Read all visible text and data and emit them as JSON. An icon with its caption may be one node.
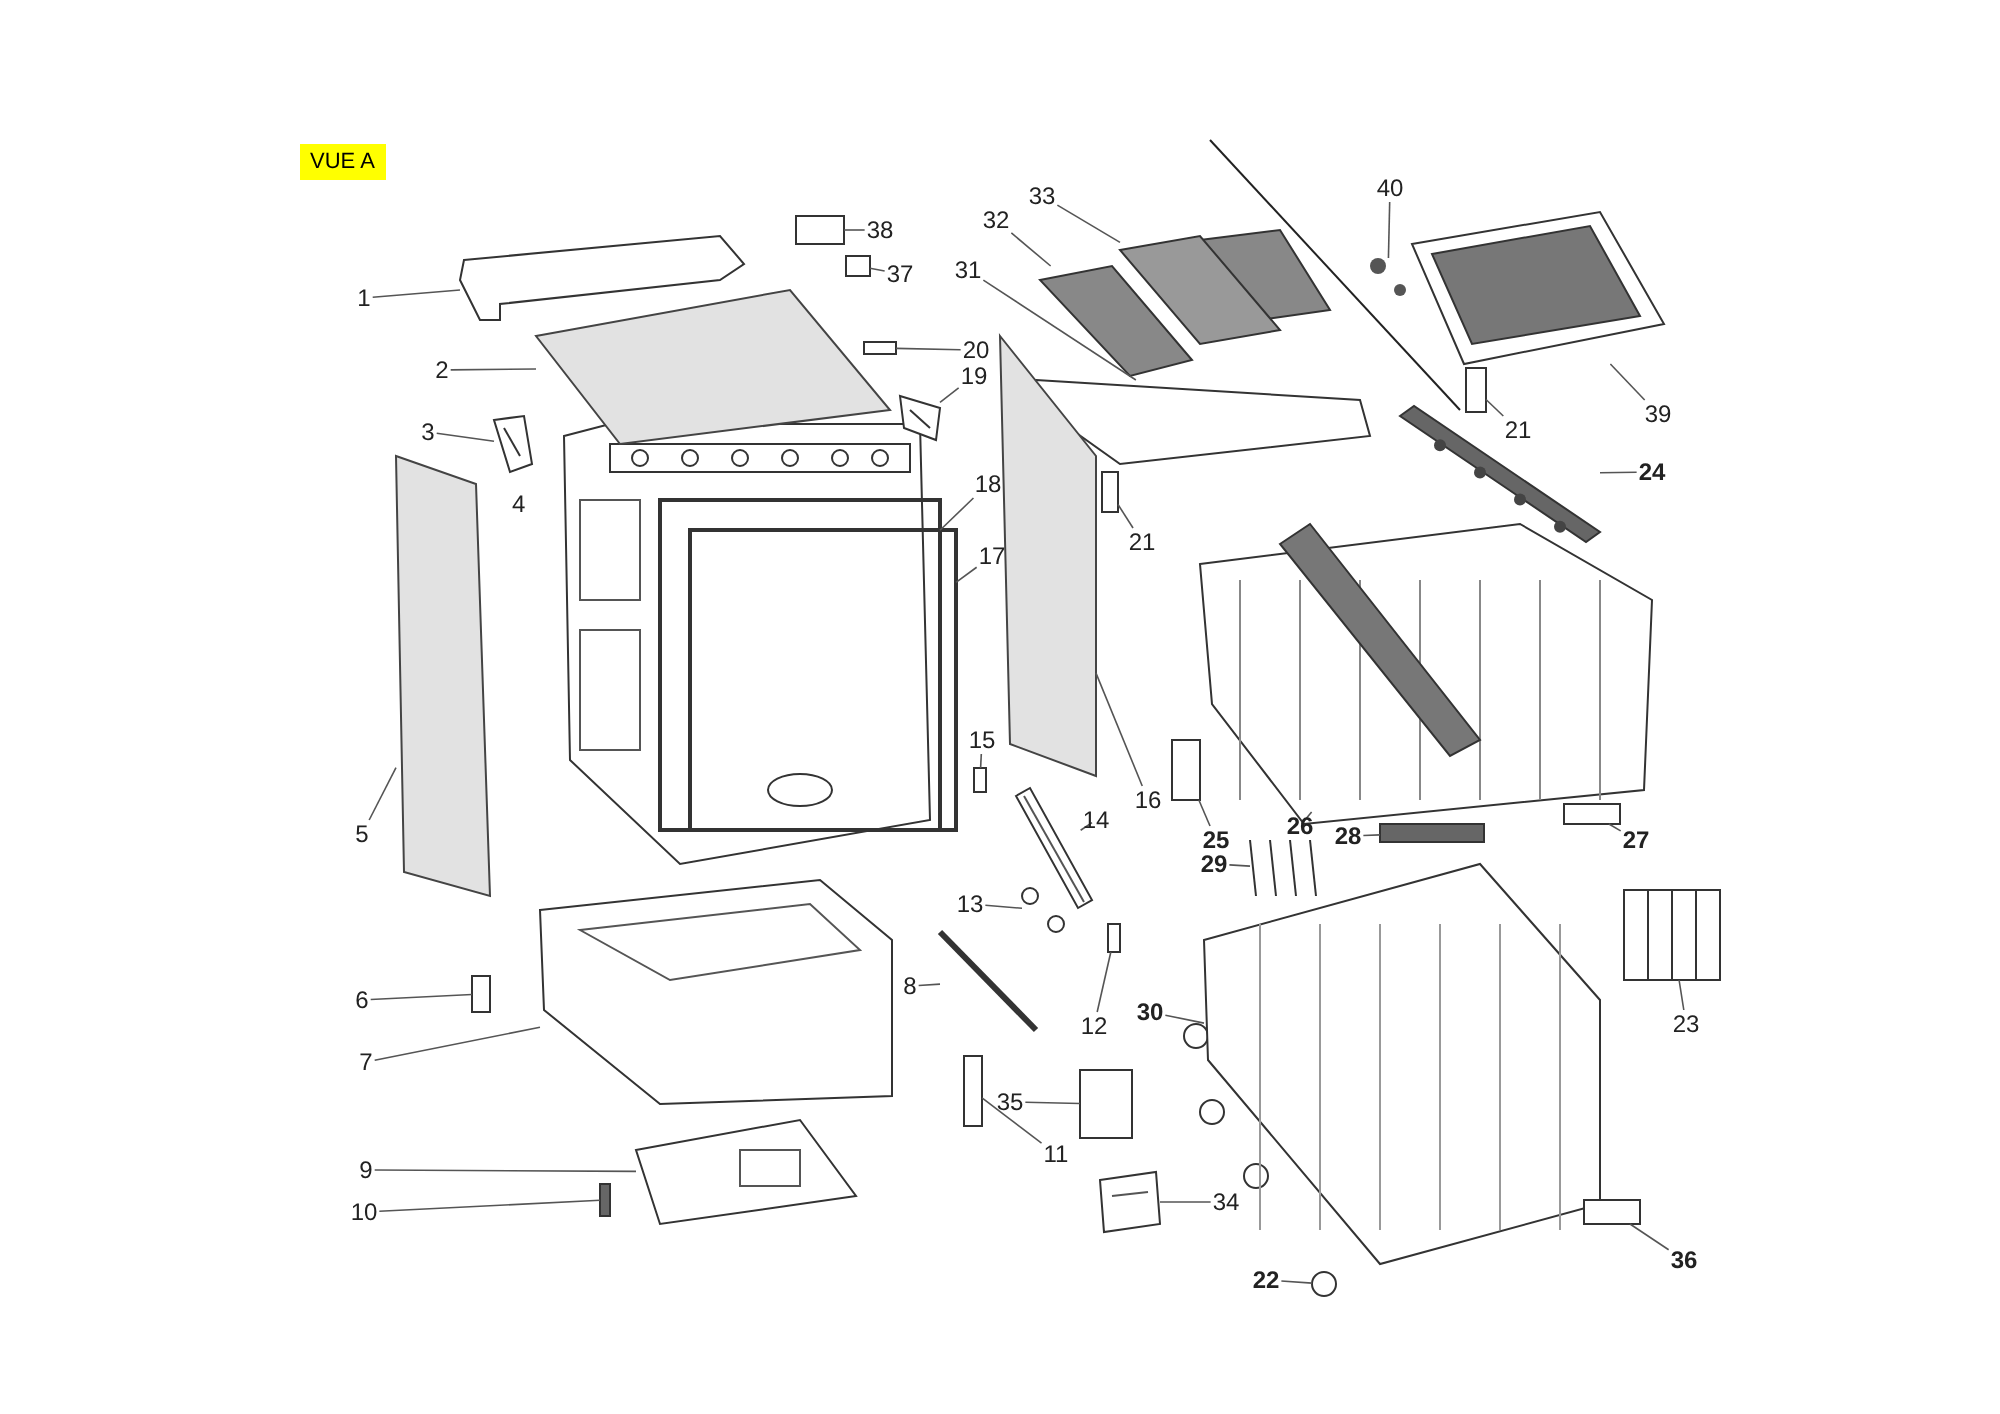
{
  "diagram": {
    "nodes": [
      {
        "text": [
          "1"
        ]
      },
      {
        "text": [
          "38"
        ]
      },
      {
        "text": [
          "37"
        ]
      },
      {
        "text": [
          "33"
        ]
      },
      {
        "text": [
          "32"
        ]
      },
      {
        "text": [
          "31"
        ]
      },
      {
        "text": [
          "2"
        ]
      },
      {
        "text": [
          "20"
        ]
      },
      {
        "text": [
          "19"
        ]
      },
      {
        "text": [
          "3"
        ]
      },
      {
        "text": [
          "18"
        ]
      },
      {
        "text": [
          "17"
        ]
      },
      {
        "text": [
          "40"
        ]
      },
      {
        "text": [
          "39"
        ]
      },
      {
        "text": [
          "21"
        ]
      },
      {
        "text": [
          "21"
        ]
      },
      {
        "text": [
          "24"
        ]
      },
      {
        "text": [
          "5"
        ]
      },
      {
        "text": [
          "15"
        ]
      },
      {
        "text": [
          "16"
        ]
      },
      {
        "text": [
          "14"
        ]
      },
      {
        "text": [
          "13"
        ]
      },
      {
        "text": [
          "25"
        ]
      },
      {
        "text": [
          "26"
        ]
      },
      {
        "text": [
          "27"
        ]
      },
      {
        "text": [
          "28"
        ]
      },
      {
        "text": [
          "29"
        ]
      },
      {
        "text": [
          "6"
        ]
      },
      {
        "text": [
          "8"
        ]
      },
      {
        "text": [
          "12"
        ]
      },
      {
        "text": [
          "30"
        ]
      },
      {
        "text": [
          "23"
        ]
      },
      {
        "text": [
          "7"
        ]
      },
      {
        "text": [
          "35"
        ]
      },
      {
        "text": [
          "11"
        ]
      },
      {
        "text": [
          "9"
        ]
      },
      {
        "text": [
          "10"
        ]
      },
      {
        "text": [
          "34"
        ]
      },
      {
        "text": [
          "22"
        ]
      },
      {
        "text": [
          "36"
        ]
      },
      {
        "text": [],
        "shape": "picture"
      },
      {
        "text": [],
        "shape": "box"
      },
      {
        "text": [],
        "shape": "box"
      },
      {
        "text": [],
        "shape": "picture"
      },
      {
        "text": [],
        "shape": "picture"
      },
      {
        "text": [],
        "shape": "picture"
      },
      {
        "text": [],
        "shape": "picture"
      },
      {
        "text": [],
        "shape": "box"
      },
      {
        "text": [],
        "shape": "picture"
      },
      {
        "text": [],
        "shape": "picture"
      },
      {
        "text": [],
        "shape": "picture"
      },
      {
        "text": [],
        "shape": "picture"
      },
      {
        "text": [],
        "shape": "picture"
      },
      {
        "text": [],
        "shape": "picture"
      },
      {
        "text": [],
        "shape": "box"
      },
      {
        "text": [],
        "shape": "box"
      },
      {
        "text": [],
        "shape": "picture"
      },
      {
        "text": [],
        "shape": "picture"
      },
      {
        "text": [],
        "shape": "box"
      },
      {
        "text": [],
        "shape": "picture"
      },
      {
        "text": [],
        "shape": "picture"
      },
      {
        "text": [],
        "shape": "picture"
      },
      {
        "text": [],
        "shape": "box"
      },
      {
        "text": [],
        "shape": "picture"
      },
      {
        "text": [],
        "shape": "box"
      },
      {
        "text": [],
        "shape": "bar"
      },
      {
        "text": [],
        "shape": "picture"
      },
      {
        "text": [],
        "shape": "box"
      },
      {
        "text": [],
        "shape": "picture"
      },
      {
        "text": [],
        "shape": "box"
      },
      {
        "text": [],
        "shape": "picture"
      },
      {
        "text": [],
        "shape": "picture"
      },
      {
        "text": [],
        "shape": "picture"
      },
      {
        "text": [],
        "shape": "box"
      },
      {
        "text": [],
        "shape": "box"
      },
      {
        "text": [],
        "shape": "picture"
      },
      {
        "text": [],
        "shape": "bar"
      },
      {
        "text": [],
        "shape": "picture"
      },
      {
        "text": [],
        "shape": "circle"
      },
      {
        "text": [],
        "shape": "box"
      }
    ],
    "edges": [
      {
        "from": 0,
        "to": 40,
        "arrow": "none"
      },
      {
        "from": 1,
        "to": 41,
        "arrow": "none"
      },
      {
        "from": 2,
        "to": 42,
        "arrow": "none"
      },
      {
        "from": 3,
        "to": 43,
        "arrow": "none"
      },
      {
        "from": 4,
        "to": 44,
        "arrow": "none"
      },
      {
        "from": 5,
        "to": 45,
        "arrow": "none"
      },
      {
        "from": 6,
        "to": 46,
        "arrow": "none"
      },
      {
        "from": 7,
        "to": 47,
        "arrow": "none"
      },
      {
        "from": 8,
        "to": 48,
        "arrow": "none"
      },
      {
        "from": 9,
        "to": 49,
        "arrow": "none"
      },
      {
        "from": 10,
        "to": 50,
        "arrow": "none"
      },
      {
        "from": 11,
        "to": 51,
        "arrow": "none"
      },
      {
        "from": 12,
        "to": 52,
        "arrow": "none"
      },
      {
        "from": 13,
        "to": 53,
        "arrow": "none"
      },
      {
        "from": 14,
        "to": 54,
        "arrow": "none"
      },
      {
        "from": 15,
        "to": 55,
        "arrow": "none"
      },
      {
        "from": 16,
        "to": 56,
        "arrow": "none"
      },
      {
        "from": 17,
        "to": 57,
        "arrow": "none"
      },
      {
        "from": 18,
        "to": 58,
        "arrow": "none"
      },
      {
        "from": 19,
        "to": 59,
        "arrow": "none"
      },
      {
        "from": 20,
        "to": 60,
        "arrow": "none"
      },
      {
        "from": 21,
        "to": 61,
        "arrow": "none"
      },
      {
        "from": 22,
        "to": 62,
        "arrow": "none"
      },
      {
        "from": 23,
        "to": 63,
        "arrow": "none"
      },
      {
        "from": 24,
        "to": 64,
        "arrow": "none"
      },
      {
        "from": 25,
        "to": 65,
        "arrow": "none"
      },
      {
        "from": 26,
        "to": 66,
        "arrow": "none"
      },
      {
        "from": 27,
        "to": 67,
        "arrow": "none"
      },
      {
        "from": 28,
        "to": 68,
        "arrow": "none"
      },
      {
        "from": 29,
        "to": 69,
        "arrow": "none"
      },
      {
        "from": 30,
        "to": 70,
        "arrow": "none"
      },
      {
        "from": 31,
        "to": 71,
        "arrow": "none"
      },
      {
        "from": 32,
        "to": 72,
        "arrow": "none"
      },
      {
        "from": 33,
        "to": 73,
        "arrow": "none"
      },
      {
        "from": 34,
        "to": 74,
        "arrow": "none"
      },
      {
        "from": 35,
        "to": 75,
        "arrow": "none"
      },
      {
        "from": 36,
        "to": 76,
        "arrow": "none"
      },
      {
        "from": 37,
        "to": 77,
        "arrow": "none"
      },
      {
        "from": 38,
        "to": 78,
        "arrow": "none"
      },
      {
        "from": 39,
        "to": 79,
        "arrow": "none"
      }
    ],
    "labels": [
      "VUE A",
      "4"
    ]
  }
}
